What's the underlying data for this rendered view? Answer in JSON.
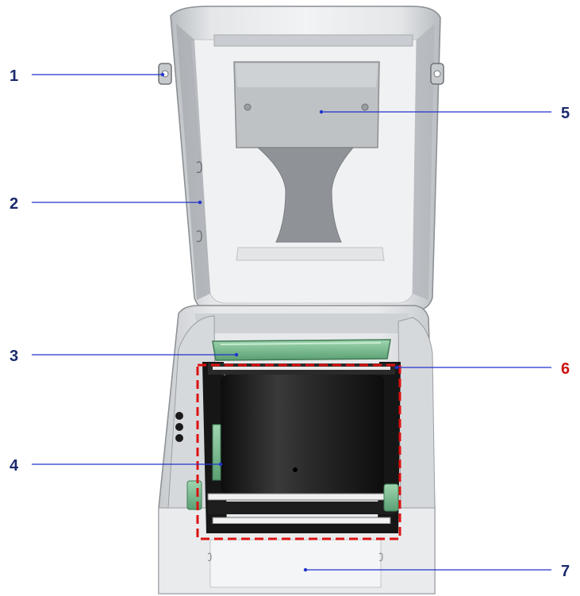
{
  "figure": {
    "description_colors": {
      "callout_line": "#2233cc",
      "callout_text_blue": "#1a2a6c",
      "callout_text_red": "#cc1111",
      "highlight_box": "#dd1111",
      "roller_green": "#6fbf8a",
      "printer_body": "#d9dcdf",
      "ribbon_black": "#1a1a1a"
    }
  },
  "callouts": [
    {
      "id": "1",
      "label": "1",
      "color": "blue"
    },
    {
      "id": "2",
      "label": "2",
      "color": "blue"
    },
    {
      "id": "3",
      "label": "3",
      "color": "blue"
    },
    {
      "id": "4",
      "label": "4",
      "color": "blue"
    },
    {
      "id": "5",
      "label": "5",
      "color": "blue"
    },
    {
      "id": "6",
      "label": "6",
      "color": "red"
    },
    {
      "id": "7",
      "label": "7",
      "color": "blue"
    }
  ]
}
